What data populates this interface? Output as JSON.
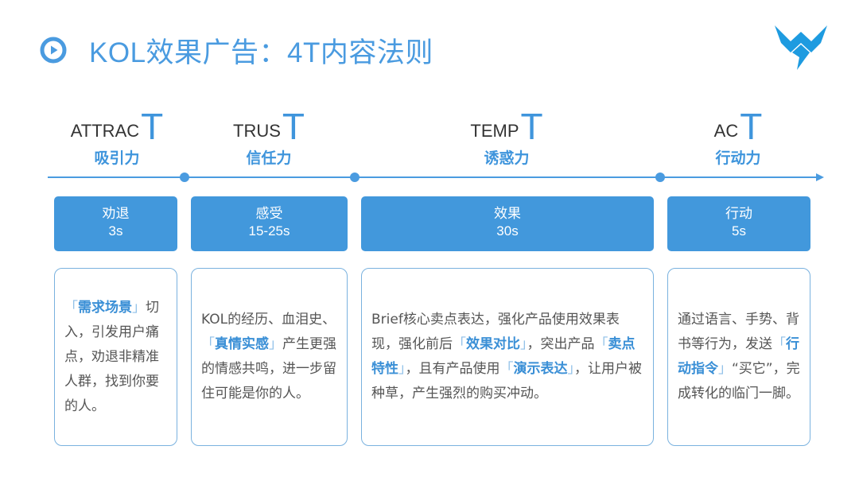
{
  "header": {
    "title": "KOL效果广告：4T内容法则",
    "title_icon": "play-circle-icon",
    "logo": "brand-logo-icon",
    "accent_color": "#4a9be0"
  },
  "columns": [
    {
      "en_prefix": "ATTRAC",
      "en_t": "T",
      "cn": "吸引力",
      "stage_name": "劝退",
      "stage_duration": "3s",
      "card": {
        "parts": [
          {
            "type": "bracket_open",
            "text": "「"
          },
          {
            "type": "highlight",
            "text": "需求场景"
          },
          {
            "type": "bracket_close",
            "text": "」"
          },
          {
            "type": "text",
            "text": "切入，引发用户痛点，劝退非精准人群，找到你要的人。"
          }
        ]
      }
    },
    {
      "en_prefix": "TRUS",
      "en_t": "T",
      "cn": "信任力",
      "stage_name": "感受",
      "stage_duration": "15-25s",
      "card": {
        "parts": [
          {
            "type": "text",
            "text": "KOL的经历、血泪史、"
          },
          {
            "type": "bracket_open",
            "text": "「"
          },
          {
            "type": "highlight",
            "text": "真情实感"
          },
          {
            "type": "bracket_close",
            "text": "」"
          },
          {
            "type": "text",
            "text": "产生更强的情感共鸣，进一步留住可能是你的人。"
          }
        ]
      }
    },
    {
      "en_prefix": "TEMP",
      "en_t": "T",
      "cn": "诱惑力",
      "stage_name": "效果",
      "stage_duration": "30s",
      "card": {
        "parts": [
          {
            "type": "text",
            "text": "Brief核心卖点表达，强化产品使用效果表现，强化前后"
          },
          {
            "type": "bracket_open",
            "text": "「"
          },
          {
            "type": "highlight",
            "text": "效果对比"
          },
          {
            "type": "bracket_close",
            "text": "」"
          },
          {
            "type": "text",
            "text": "，突出产品"
          },
          {
            "type": "bracket_open",
            "text": "「"
          },
          {
            "type": "highlight",
            "text": "卖点特性"
          },
          {
            "type": "bracket_close",
            "text": "」"
          },
          {
            "type": "text",
            "text": "，且有产品使用"
          },
          {
            "type": "bracket_open",
            "text": "「"
          },
          {
            "type": "highlight",
            "text": "演示表达"
          },
          {
            "type": "bracket_close",
            "text": "」"
          },
          {
            "type": "text",
            "text": "，让用户被种草，产生强烈的购买冲动。"
          }
        ]
      }
    },
    {
      "en_prefix": "AC",
      "en_t": "T",
      "cn": "行动力",
      "stage_name": "行动",
      "stage_duration": "5s",
      "card": {
        "parts": [
          {
            "type": "text",
            "text": "通过语言、手势、背书等行为，发送"
          },
          {
            "type": "bracket_open",
            "text": "「"
          },
          {
            "type": "highlight",
            "text": "行动指令"
          },
          {
            "type": "bracket_close",
            "text": "」"
          },
          {
            "type": "text",
            "text": "“买它”，完成转化的临门一脚。"
          }
        ]
      }
    }
  ],
  "colors": {
    "primary_blue": "#4298dc",
    "highlight_blue": "#3a8fd6",
    "card_border": "#7ab2df",
    "body_text": "#555555"
  }
}
